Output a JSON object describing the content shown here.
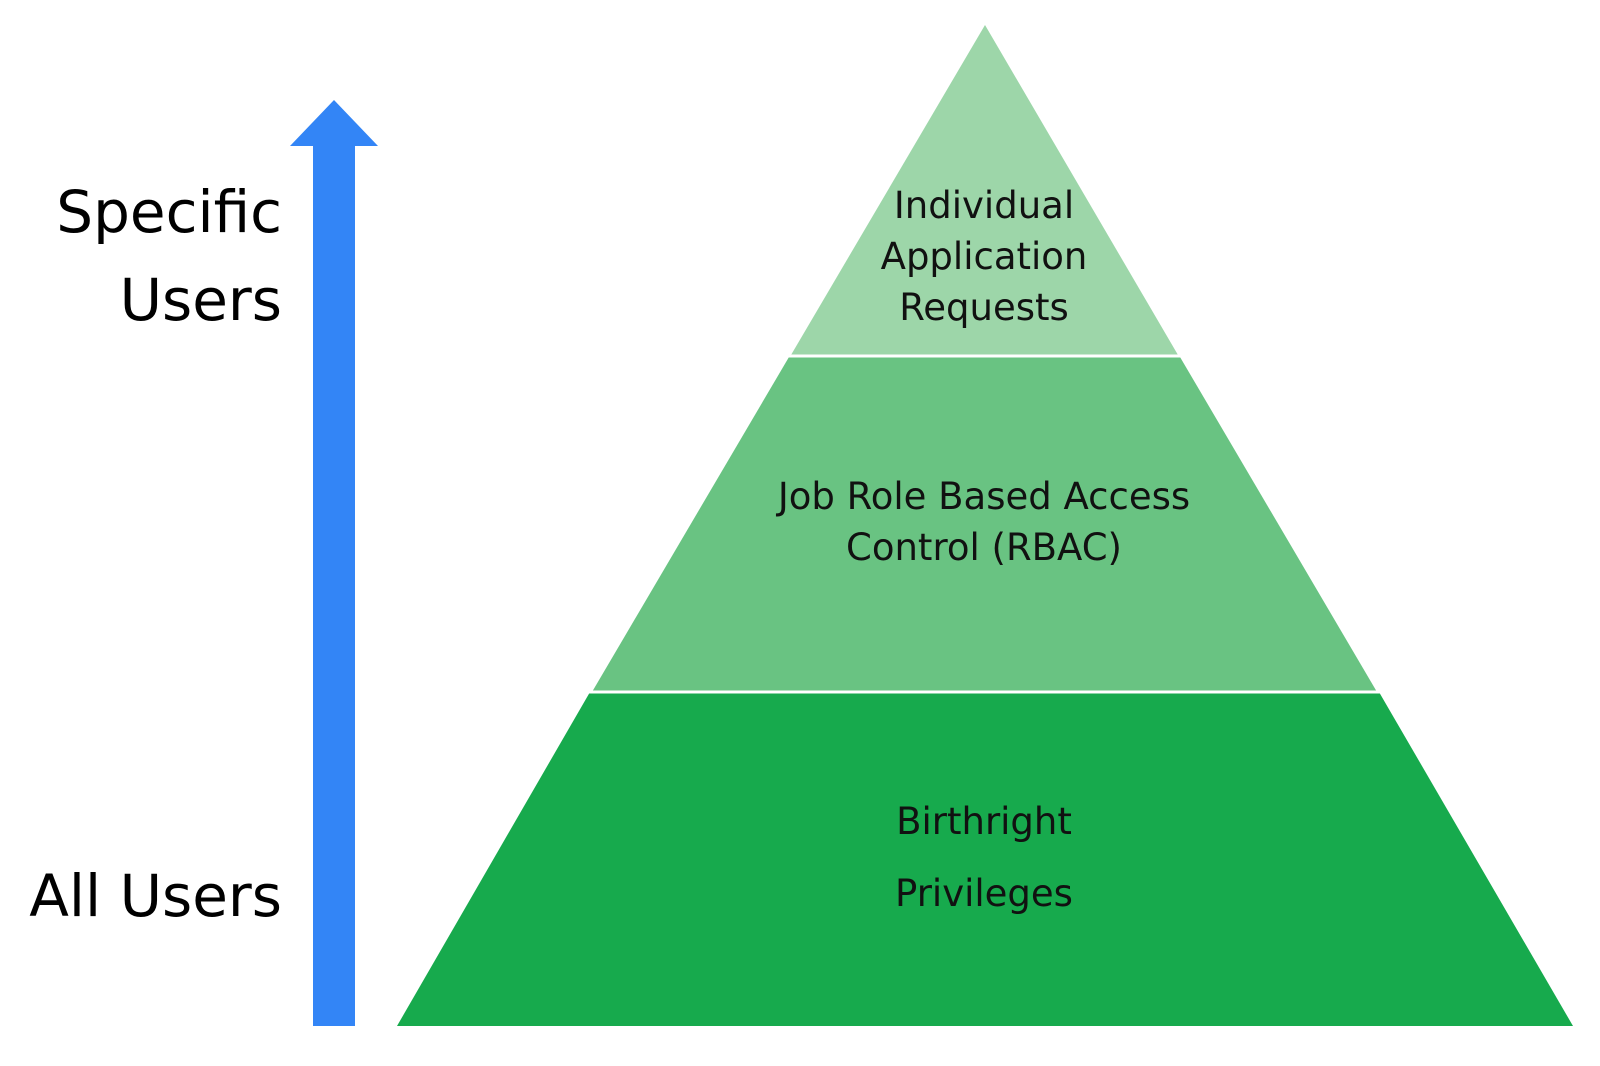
{
  "axis": {
    "top_label_lines": [
      "Specific",
      "Users"
    ],
    "bottom_label": "All Users",
    "arrow_color": "#3385f6"
  },
  "pyramid": {
    "tiers": [
      {
        "level": "top",
        "lines": [
          "Individual",
          "Application",
          "Requests"
        ],
        "color": "#9dd6a9"
      },
      {
        "level": "middle",
        "lines": [
          "Job Role Based Access",
          "Control (RBAC)"
        ],
        "color": "#69c382"
      },
      {
        "level": "bottom",
        "lines": [
          "Birthright",
          "Privileges"
        ],
        "color": "#17aa4d"
      }
    ]
  }
}
